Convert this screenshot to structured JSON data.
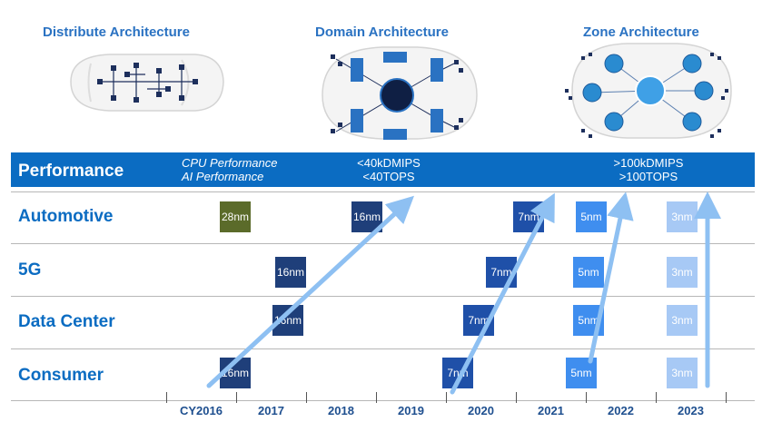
{
  "architectures": [
    {
      "title": "Distribute Architecture"
    },
    {
      "title": "Domain Architecture"
    },
    {
      "title": "Zone Architecture"
    }
  ],
  "performance": {
    "title": "Performance",
    "metrics": [
      "CPU Performance",
      "AI Performance"
    ],
    "mid_values": [
      "<40kDMIPS",
      "<40TOPS"
    ],
    "high_values": [
      ">100kDMIPS",
      ">100TOPS"
    ]
  },
  "rows": [
    {
      "label": "Automotive"
    },
    {
      "label": "5G"
    },
    {
      "label": "Data Center"
    },
    {
      "label": "Consumer"
    }
  ],
  "years": [
    "CY2016",
    "2017",
    "2018",
    "2019",
    "2020",
    "2021",
    "2022",
    "2023"
  ],
  "chips": [
    {
      "row": "Automotive",
      "label": "28nm",
      "color": "#5b6b2a"
    },
    {
      "row": "Automotive",
      "label": "16nm",
      "color": "#1f3f7a"
    },
    {
      "row": "Automotive",
      "label": "7nm",
      "color": "#1f50a8"
    },
    {
      "row": "Automotive",
      "label": "5nm",
      "color": "#3f8eef"
    },
    {
      "row": "Automotive",
      "label": "3nm",
      "color": "#a7c9f5"
    },
    {
      "row": "5G",
      "label": "16nm",
      "color": "#1f3f7a"
    },
    {
      "row": "5G",
      "label": "7nm",
      "color": "#1f50a8"
    },
    {
      "row": "5G",
      "label": "5nm",
      "color": "#3f8eef"
    },
    {
      "row": "5G",
      "label": "3nm",
      "color": "#a7c9f5"
    },
    {
      "row": "Data Center",
      "label": "16nm",
      "color": "#1f3f7a"
    },
    {
      "row": "Data Center",
      "label": "7nm",
      "color": "#1f50a8"
    },
    {
      "row": "Data Center",
      "label": "5nm",
      "color": "#3f8eef"
    },
    {
      "row": "Data Center",
      "label": "3nm",
      "color": "#a7c9f5"
    },
    {
      "row": "Consumer",
      "label": "16nm",
      "color": "#1f3f7a"
    },
    {
      "row": "Consumer",
      "label": "7nm",
      "color": "#1f50a8"
    },
    {
      "row": "Consumer",
      "label": "5nm",
      "color": "#3f8eef"
    },
    {
      "row": "Consumer",
      "label": "3nm",
      "color": "#a7c9f5"
    }
  ],
  "colors": {
    "band": "#0b6cc2",
    "label": "#0b6cc2",
    "arrow": "#8ec0f2"
  }
}
